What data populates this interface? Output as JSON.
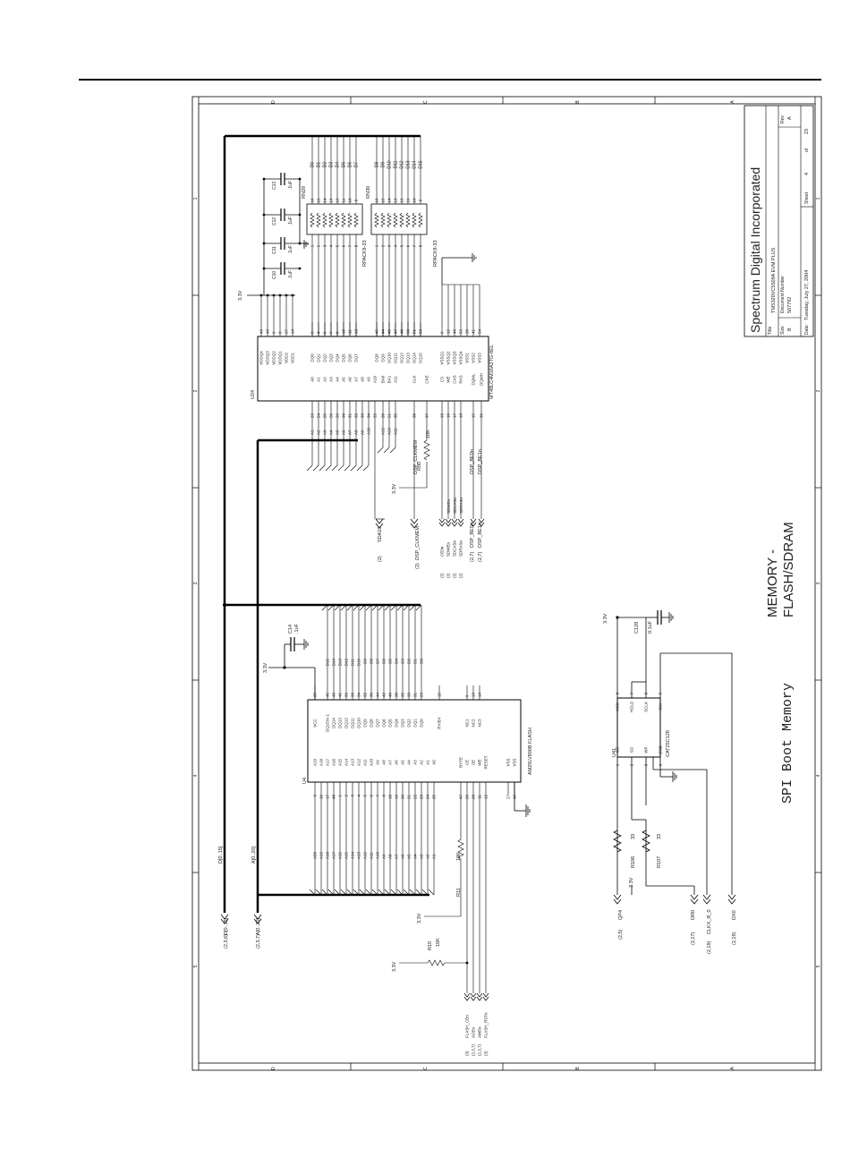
{
  "title_block": {
    "company": "Spectrum Digital Incorporated",
    "title_label": "Title",
    "title": "TMS320VC5509A EVM PLUS",
    "size_label": "Size",
    "size": "B",
    "doc_label": "Document Number",
    "doc_number": "507792",
    "rev_label": "Rev",
    "rev": "A",
    "date_label": "Date:",
    "date": "Tuesday, July 27, 2004",
    "sheet_label": "Sheet",
    "sheet": "4",
    "of_label": "of",
    "total": "23"
  },
  "headings": {
    "memory_line1": "MEMORY -",
    "memory_line2": "FLASH/SDRAM",
    "spi": "SPI Boot Memory"
  },
  "zones": {
    "top": [
      "D",
      "C",
      "B",
      "A"
    ],
    "left": [
      "1",
      "2",
      "3",
      "4",
      "5"
    ]
  },
  "nets": {
    "d_bus": "D[0..15]",
    "d_bus_ref": "(2,3,6)",
    "a_bus": "A[0..20]",
    "a_bus_ref": "(2,3,7)",
    "supply": "3.3V",
    "sda10_ref": "(2)",
    "sda10": "SDA10",
    "clkmem_ref": "(2)",
    "clkmem": "DSP_CLKMEM",
    "ctrl_in": [
      "CE0n",
      "SDWEn",
      "SDCASn",
      "SDRASn"
    ],
    "ctrl_out": [
      "SDWEn",
      "SDCASn",
      "SDRASn"
    ],
    "be0": "DSP_BE0n",
    "be1": "DSP_BE1n",
    "be_refs": [
      "(2,7)",
      "(2,7)"
    ],
    "flash_ctrl": [
      "FLASH_CEn",
      "AOEn",
      "AWEn",
      "FLASH_RSTn"
    ],
    "flash_refs": [
      "(3)",
      "(2,3,7)",
      "(2,3,7)",
      "(3)"
    ],
    "spi": {
      "qp4_ref": "(2,5)",
      "qp4": "QP4",
      "dr0_ref": "(2,17)",
      "dr0": "DR0",
      "clk_ref": "(2,19)",
      "clk": "CLKX_R_0",
      "dx0_ref": "(2,19)",
      "dx0": "DX0"
    }
  },
  "sdram": {
    "ref": "U24",
    "part": "MT48LC4M16A2TG-8EL",
    "vdd": [
      [
        "VDDQ4",
        "49"
      ],
      [
        "VDDQ3",
        "43"
      ],
      [
        "VDDQ2",
        "9"
      ],
      [
        "VDDQ1",
        "3"
      ],
      [
        "VDD2",
        "27"
      ],
      [
        "VDD1",
        "14"
      ]
    ],
    "dq_low": [
      [
        "DQ0",
        "2"
      ],
      [
        "DQ1",
        "4"
      ],
      [
        "DQ2",
        "5"
      ],
      [
        "DQ3",
        "7"
      ],
      [
        "DQ4",
        "8"
      ],
      [
        "DQ5",
        "10"
      ],
      [
        "DQ6",
        "11"
      ],
      [
        "DQ7",
        "13"
      ]
    ],
    "dq_high": [
      [
        "DQ8",
        "42"
      ],
      [
        "DQ9",
        "44"
      ],
      [
        "DQ10",
        "45"
      ],
      [
        "DQ11",
        "47"
      ],
      [
        "DQ12",
        "48"
      ],
      [
        "DQ13",
        "50"
      ],
      [
        "DQ14",
        "51"
      ],
      [
        "DQ15",
        "53"
      ]
    ],
    "vss": [
      [
        "VSSQ1",
        "6"
      ],
      [
        "VSSQ2",
        "12"
      ],
      [
        "VSSQ3",
        "46"
      ],
      [
        "VSSQ4",
        "52"
      ],
      [
        "VSS1",
        "28"
      ],
      [
        "VSS2",
        "41"
      ],
      [
        "VSS3",
        "54"
      ]
    ],
    "addr": [
      [
        "A0",
        "23"
      ],
      [
        "A1",
        "24"
      ],
      [
        "A2",
        "25"
      ],
      [
        "A3",
        "26"
      ],
      [
        "A4",
        "29"
      ],
      [
        "A5",
        "30"
      ],
      [
        "A6",
        "31"
      ],
      [
        "A7",
        "32"
      ],
      [
        "A8",
        "33"
      ],
      [
        "A9",
        "34"
      ],
      [
        "A10",
        "22"
      ]
    ],
    "addr_nets": [
      "A1",
      "A2",
      "A3",
      "A4",
      "A5",
      "A6",
      "A7",
      "A8",
      "A9",
      "A10",
      "SDA10"
    ],
    "bank": [
      [
        "BA0",
        "20"
      ],
      [
        "BA1",
        "21"
      ]
    ],
    "bank_nets": [
      "A12",
      "A13"
    ],
    "a11": [
      "A11",
      "35"
    ],
    "a11_net": "A11",
    "clk": [
      "CLK",
      "38"
    ],
    "cke": [
      "CKE",
      "37"
    ],
    "ctl": [
      [
        "CS",
        "19"
      ],
      [
        "WE",
        "16"
      ],
      [
        "CAS",
        "17"
      ],
      [
        "RAS",
        "18"
      ]
    ],
    "dqm": [
      [
        "DQML",
        "15"
      ],
      [
        "DQMH",
        "39"
      ]
    ]
  },
  "rpacks": {
    "rn29": {
      "ref": "RN29",
      "value": "RPACK8-33",
      "left": [
        "1",
        "2",
        "3",
        "4",
        "5",
        "6",
        "7",
        "8"
      ],
      "right": [
        "16",
        "15",
        "14",
        "13",
        "12",
        "11",
        "10",
        "9"
      ],
      "nets": [
        "D0",
        "D1",
        "D2",
        "D3",
        "D4",
        "D5",
        "D6",
        "D7"
      ]
    },
    "rn30": {
      "ref": "RN30",
      "value": "RPACK8-33",
      "left": [
        "1",
        "2",
        "3",
        "4",
        "5",
        "6",
        "7",
        "8"
      ],
      "right": [
        "16",
        "15",
        "14",
        "13",
        "12",
        "11",
        "10",
        "9"
      ],
      "nets": [
        "D8",
        "D9",
        "D10",
        "D11",
        "D12",
        "D13",
        "D14",
        "D15"
      ]
    }
  },
  "caps": [
    {
      "ref": "C10",
      "value": ".1uF"
    },
    {
      "ref": "C11",
      "value": ".1uF"
    },
    {
      "ref": "C12",
      "value": ".1uF"
    },
    {
      "ref": "C13",
      "value": ".1uF"
    },
    {
      "ref": "C14",
      "value": ".1uF"
    },
    {
      "ref": "C128",
      "value": "0.1uF"
    }
  ],
  "resistors": [
    {
      "ref": "R80",
      "value": "10K"
    },
    {
      "ref": "R10",
      "value": "10K"
    },
    {
      "ref": "R11",
      "value": "10K"
    },
    {
      "ref": "R106",
      "value": "33"
    },
    {
      "ref": "R107",
      "value": "33"
    }
  ],
  "flash": {
    "ref": "U4",
    "part": "AM29LV800B FLASH",
    "vcc": [
      "VCC",
      "37"
    ],
    "dq": [
      [
        "DQ15/A-1",
        "45"
      ],
      [
        "DQ14",
        "43"
      ],
      [
        "DQ13",
        "41"
      ],
      [
        "DQ12",
        "39"
      ],
      [
        "DQ11",
        "36"
      ],
      [
        "DQ10",
        "34"
      ],
      [
        "DQ9",
        "32"
      ],
      [
        "DQ8",
        "30"
      ],
      [
        "DQ7",
        "44"
      ],
      [
        "DQ6",
        "42"
      ],
      [
        "DQ5",
        "40"
      ],
      [
        "DQ4",
        "38"
      ],
      [
        "DQ3",
        "35"
      ],
      [
        "DQ2",
        "33"
      ],
      [
        "DQ1",
        "31"
      ],
      [
        "DQ0",
        "29"
      ]
    ],
    "dq_nets": [
      "D15",
      "D14",
      "D13",
      "D12",
      "D11",
      "D10",
      "D9",
      "D8",
      "D7",
      "D6",
      "D5",
      "D4",
      "D3",
      "D2",
      "D1",
      "D0"
    ],
    "ry": [
      "RY/BY",
      "15"
    ],
    "nc": [
      [
        "NC1",
        "9"
      ],
      [
        "NC2",
        "13"
      ],
      [
        "NC3",
        "14"
      ]
    ],
    "addr": [
      [
        "A18",
        "16"
      ],
      [
        "A17",
        "17"
      ],
      [
        "A16",
        "48"
      ],
      [
        "A15",
        "1"
      ],
      [
        "A14",
        "2"
      ],
      [
        "A13",
        "3"
      ],
      [
        "A12",
        "4"
      ],
      [
        "A11",
        "5"
      ],
      [
        "A10",
        "6"
      ],
      [
        "A9",
        "7"
      ],
      [
        "A8",
        "8"
      ],
      [
        "A7",
        "18"
      ],
      [
        "A6",
        "19"
      ],
      [
        "A5",
        "20"
      ],
      [
        "A4",
        "21"
      ],
      [
        "A3",
        "22"
      ],
      [
        "A2",
        "23"
      ],
      [
        "A1",
        "24"
      ],
      [
        "A0",
        "25"
      ]
    ],
    "addr_nets": [
      "A20",
      "A19",
      "A18",
      "A17",
      "A16",
      "A15",
      "A14",
      "A13",
      "A12",
      "A11",
      "A10",
      "A9",
      "A8",
      "A7",
      "A6",
      "A5",
      "A4",
      "A3",
      "A2",
      "A1"
    ],
    "ctl": [
      [
        "BYTE",
        "47"
      ],
      [
        "CE",
        "26"
      ],
      [
        "OE",
        "28"
      ],
      [
        "WE",
        "11"
      ],
      [
        "RESET",
        "12"
      ]
    ],
    "vss": [
      [
        "VSS",
        "27"
      ],
      [
        "VSS",
        "46"
      ]
    ]
  },
  "spi_chip": {
    "ref": "U41",
    "part": "CAT25C128",
    "left": [
      [
        "CS",
        "1"
      ],
      [
        "SO",
        "2"
      ],
      [
        "WP",
        "3"
      ],
      [
        "GND",
        "4"
      ]
    ],
    "right": [
      [
        "VCC",
        "8"
      ],
      [
        "HOLD",
        "7"
      ],
      [
        "SCLK",
        "6"
      ],
      [
        "SIN",
        "5"
      ]
    ]
  }
}
